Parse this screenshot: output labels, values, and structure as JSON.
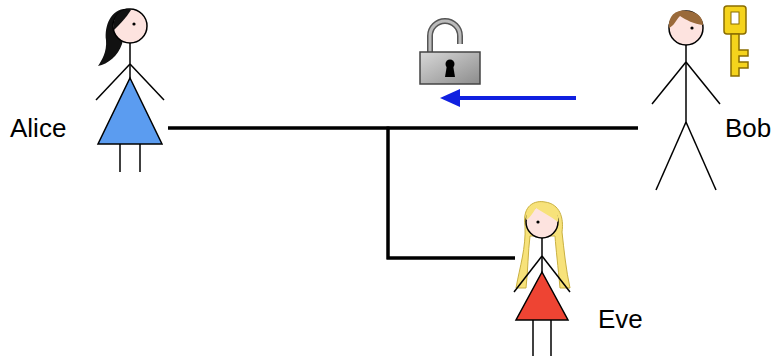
{
  "diagram": {
    "nodes": [
      {
        "text": [
          "Alice"
        ]
      },
      {
        "text": [
          "Bob"
        ]
      },
      {
        "text": [
          "Eve"
        ]
      }
    ],
    "edges": [
      {
        "from": 0,
        "to": 1,
        "arrow": "none"
      },
      {
        "from": 2,
        "to": 0,
        "arrow": "none"
      },
      {
        "from": 2,
        "to": 1,
        "arrow": "none"
      }
    ]
  }
}
